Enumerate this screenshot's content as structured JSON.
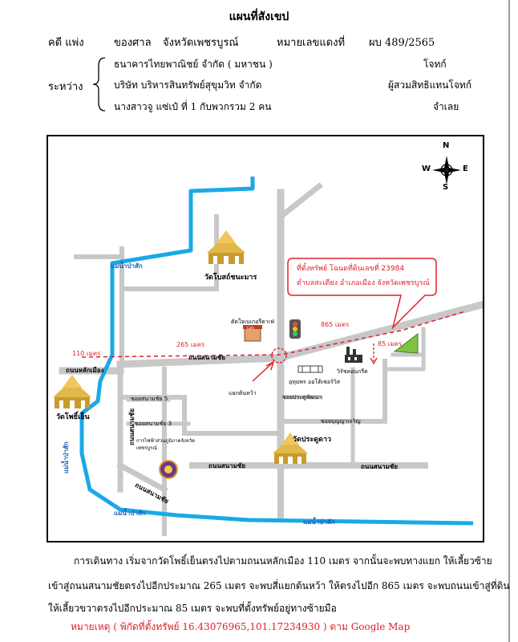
{
  "header": {
    "title": "แผนที่สังเขป",
    "case_type": "คดี แพ่ง",
    "court_label": "ของศาล",
    "court_name": "จังหวัดเพชรบูรณ์",
    "case_no_label": "หมายเลขแดงที่",
    "case_no": "ผบ 489/2565",
    "between_label": "ระหว่าง"
  },
  "parties": [
    {
      "name": "ธนาคารไทยพาณิชย์ จำกัด ( มหาชน )",
      "role": "โจทก์"
    },
    {
      "name": "บริษัท  บริหารสินทรัพย์สุขุมวิท  จำกัด",
      "role": "ผู้สวมสิทธิแทนโจทก์"
    },
    {
      "name": "นางสาวจู แซ่เป๋ ที่ 1 กับพวกรวม 2 คน",
      "role": "จำเลย"
    }
  ],
  "map": {
    "compass": {
      "n": "N",
      "s": "S",
      "e": "E",
      "w": "W"
    },
    "property_callout": {
      "line1": "ที่ตั้งทรัพย์ โฉนดที่ดินเลขที่ 23984",
      "line2": "ตำบลสะเดียง อำเภอเมือง จังหวัดเพชรบูรณ์"
    },
    "temples": {
      "wat_bot": "วัดโบสถ์ชนะมาร",
      "wat_pho": "วัดโพธิ์เย็น",
      "wat_pradu": "วัดประดูดาว"
    },
    "rivers": {
      "top": "แม่น้ำป่าสัก",
      "bottom_left": "แม่น้ำป่าสัก",
      "bottom_right": "แม่น้ำป่าสัก",
      "left_vertical": "แม่น้ำป่าสัก"
    },
    "roads": {
      "lak_mueang": "ถนนหลักเมือง",
      "sanam_chai": "ถนนสนามชัย",
      "sanam_chai_bottom": "ถนนสนามชัย",
      "sanam_chai_diag": "ถนนสนามชัย",
      "sanam_chai_vert": "ถนนสนามชัย",
      "soi_5": "ซอยสนามชัย 5",
      "soi_3": "ซอยสนามชัย 3",
      "soi_pradu": "ซอยประดูพัฒนา",
      "soi_boon": "ซอยบุญญาเจริญ"
    },
    "places": {
      "cafe": "ดัดใจเบเกอรี่คาเฟ่",
      "wirat": "วิรัชคอนกรีต",
      "uthong": "อุทุมพร ออโต้เซอร์วิส",
      "intersection": "แยกต้นหว้า",
      "electric": "การไฟฟ้าส่วนภูมิภาคจังหวัดเพชรบูรณ์",
      "cafe_sign": "Cafe"
    },
    "distances": {
      "d110": "110 เมตร",
      "d265": "265 เมตร",
      "d865": "865 เมตร",
      "d85": "85 เมตร"
    },
    "colors": {
      "river": "#1aa9e6",
      "road": "#c8c8c8",
      "route": "#e0202a",
      "property": "#7dc242"
    }
  },
  "directions": {
    "line1": "การเดินทาง เริ่มจากวัดโพธิ์เย็นตรงไปตามถนนหลักเมือง 110 เมตร จากนั้นจะพบทางแยก ให้เลี้ยวซ้าย",
    "line2": "เข้าสู่ถนนสนามชัยตรงไปอีกประมาณ 265 เมตร จะพบสี่แยกต้นหว้า ให้ตรงไปอีก 865 เมตร จะพบถนนเข้าสู่ที่ดิน",
    "line3": "ให้เลี้ยวขวาตรงไปอีกประมาณ 85 เมตร จะพบที่ตั้งทรัพย์อยู่ทางซ้ายมือ",
    "note": "หมายเหตุ ( พิกัดที่ตั้งทรัพย์ 16.43076965,101.17234930 ) ตาม Google Map"
  }
}
